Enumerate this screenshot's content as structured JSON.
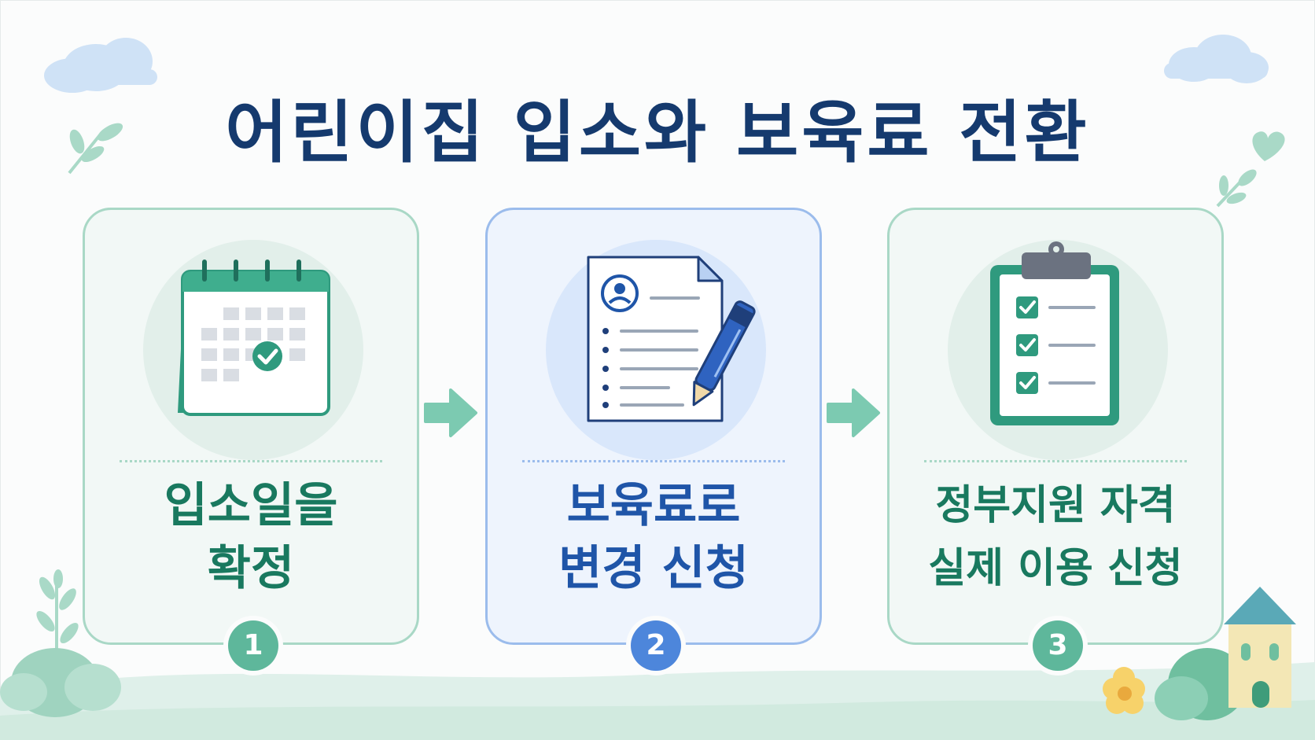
{
  "title": "어린이집 입소와 보육료 전환",
  "steps": [
    {
      "number": "1",
      "line1": "입소일을",
      "line2": "확정",
      "icon": "calendar-check-icon"
    },
    {
      "number": "2",
      "line1": "보육료로",
      "line2": "변경 신청",
      "icon": "document-pen-icon"
    },
    {
      "number": "3",
      "line1": "정부지원 자격",
      "line2": "실제 이용 신청",
      "icon": "clipboard-checklist-icon"
    }
  ],
  "colors": {
    "title": "#153a6e",
    "green_accent": "#19795f",
    "blue_accent": "#1f55a8",
    "arrow": "#7ccab1"
  }
}
